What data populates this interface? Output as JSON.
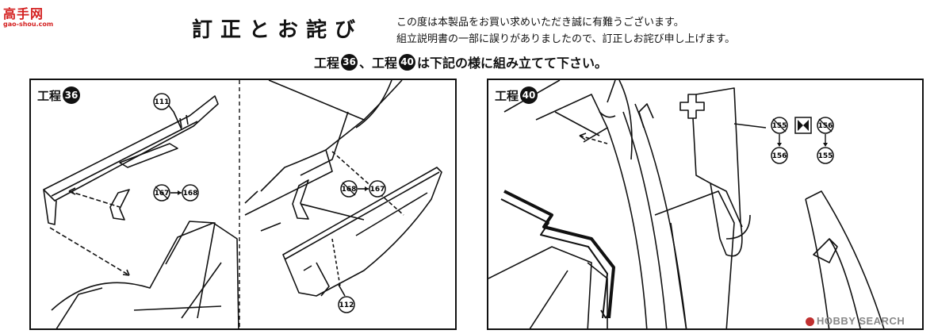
{
  "logo": {
    "text": "高手网",
    "url": "gao-shou.com"
  },
  "header": {
    "title": "訂正とお詫び",
    "apology_line1": "この度は本製品をお買い求めいただき誠に有難うございます。",
    "apology_line2": "組立説明書の一部に誤りがありましたので、訂正しお詫び申し上げます。",
    "instruction": {
      "koutei1": "工程",
      "step1": "36",
      "sep": "、",
      "koutei2": "工程",
      "step2": "40",
      "rest": "は下記の様に組み立てて下さい。"
    }
  },
  "panel_left": {
    "label": "工程",
    "step": "36",
    "parts": {
      "p111": "111",
      "p112": "112",
      "a_old": "167",
      "a_new": "168",
      "b_old": "168",
      "b_new": "167"
    }
  },
  "panel_right": {
    "label": "工程",
    "step": "40",
    "parts": {
      "left_old": "155",
      "left_new": "156",
      "right_old": "156",
      "right_new": "155"
    }
  },
  "watermark": {
    "text": "HOBBY SEARCH"
  }
}
